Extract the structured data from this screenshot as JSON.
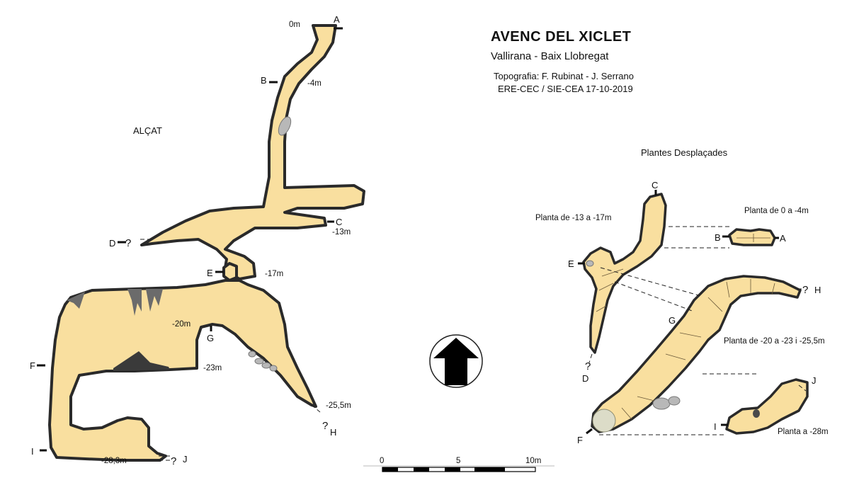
{
  "header": {
    "title": "AVENC DEL XICLET",
    "location": "Vallirana - Baix Llobregat",
    "survey": "Topografia: F. Rubinat - J. Serrano",
    "org_date": "ERE-CEC / SIE-CEA  17-10-2019"
  },
  "section": {
    "label": "ALÇAT",
    "depths": {
      "d0": "0m",
      "d4": "-4m",
      "d13": "-13m",
      "d17": "-17m",
      "d20": "-20m",
      "d23": "-23m",
      "d255": "-25,5m",
      "d283": "-28,3m"
    },
    "points": {
      "A": "A",
      "B": "B",
      "C": "C",
      "D": "D",
      "E": "E",
      "F": "F",
      "G": "G",
      "H": "H",
      "I": "I",
      "J": "J"
    },
    "unknown": "?"
  },
  "plans": {
    "heading": "Plantes Desplaçades",
    "plan_top": "Planta de 0 a -4m",
    "plan_mid": "Planta de -13 a -17m",
    "plan_big": "Planta de -20 a -23 i -25,5m",
    "plan_low": "Planta a -28m"
  },
  "scale": {
    "t0": "0",
    "t5": "5",
    "t10": "10m"
  },
  "north": {
    "icon": "north-arrow-icon"
  },
  "colors": {
    "cave_fill": "#f9df9f",
    "outline": "#2a2a2a",
    "rock": "#b8b8b8"
  }
}
